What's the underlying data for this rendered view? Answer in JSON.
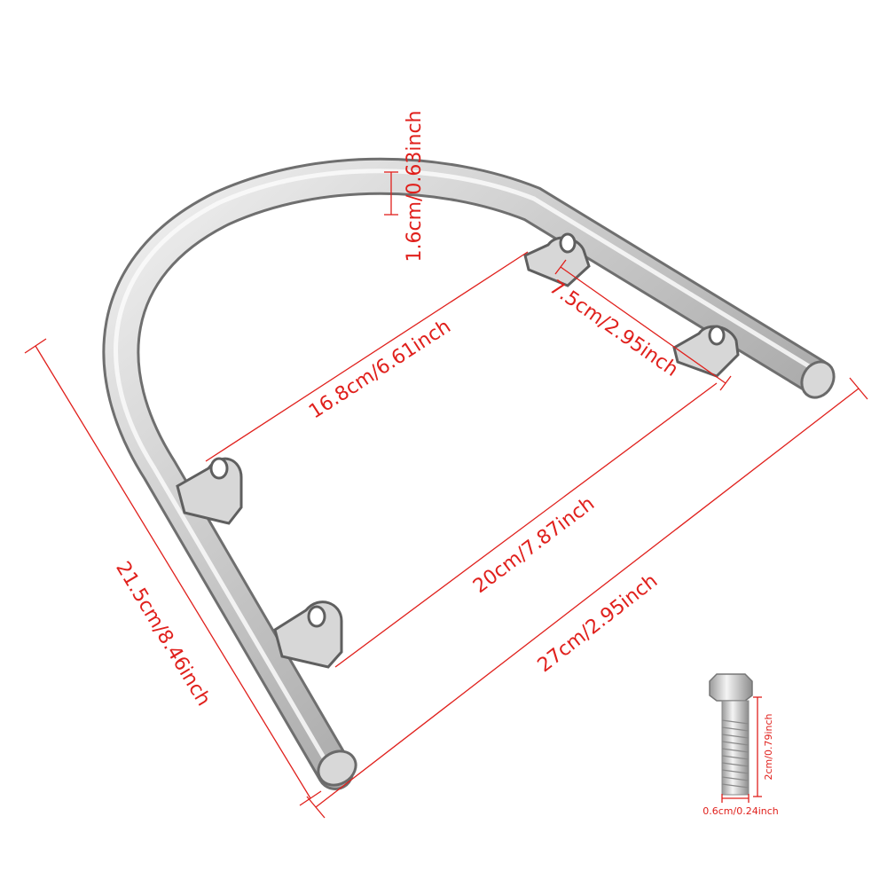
{
  "dimensions": {
    "tube_diameter": "1.6cm/0.63inch",
    "inner_span_upper": "16.8cm/6.61inch",
    "bracket_spacing": "7.5cm/2.95inch",
    "inner_span_lower": "20cm/7.87inch",
    "overall_length": "27cm/2.95inch",
    "overall_width": "21.5cm/8.46inch",
    "bolt_length": "2cm/0.79inch",
    "bolt_diameter": "0.6cm/0.24inch"
  },
  "colors": {
    "dimension": "#e0201c",
    "metal_dark": "#6f6f6f",
    "metal_light": "#e9e9e9"
  }
}
